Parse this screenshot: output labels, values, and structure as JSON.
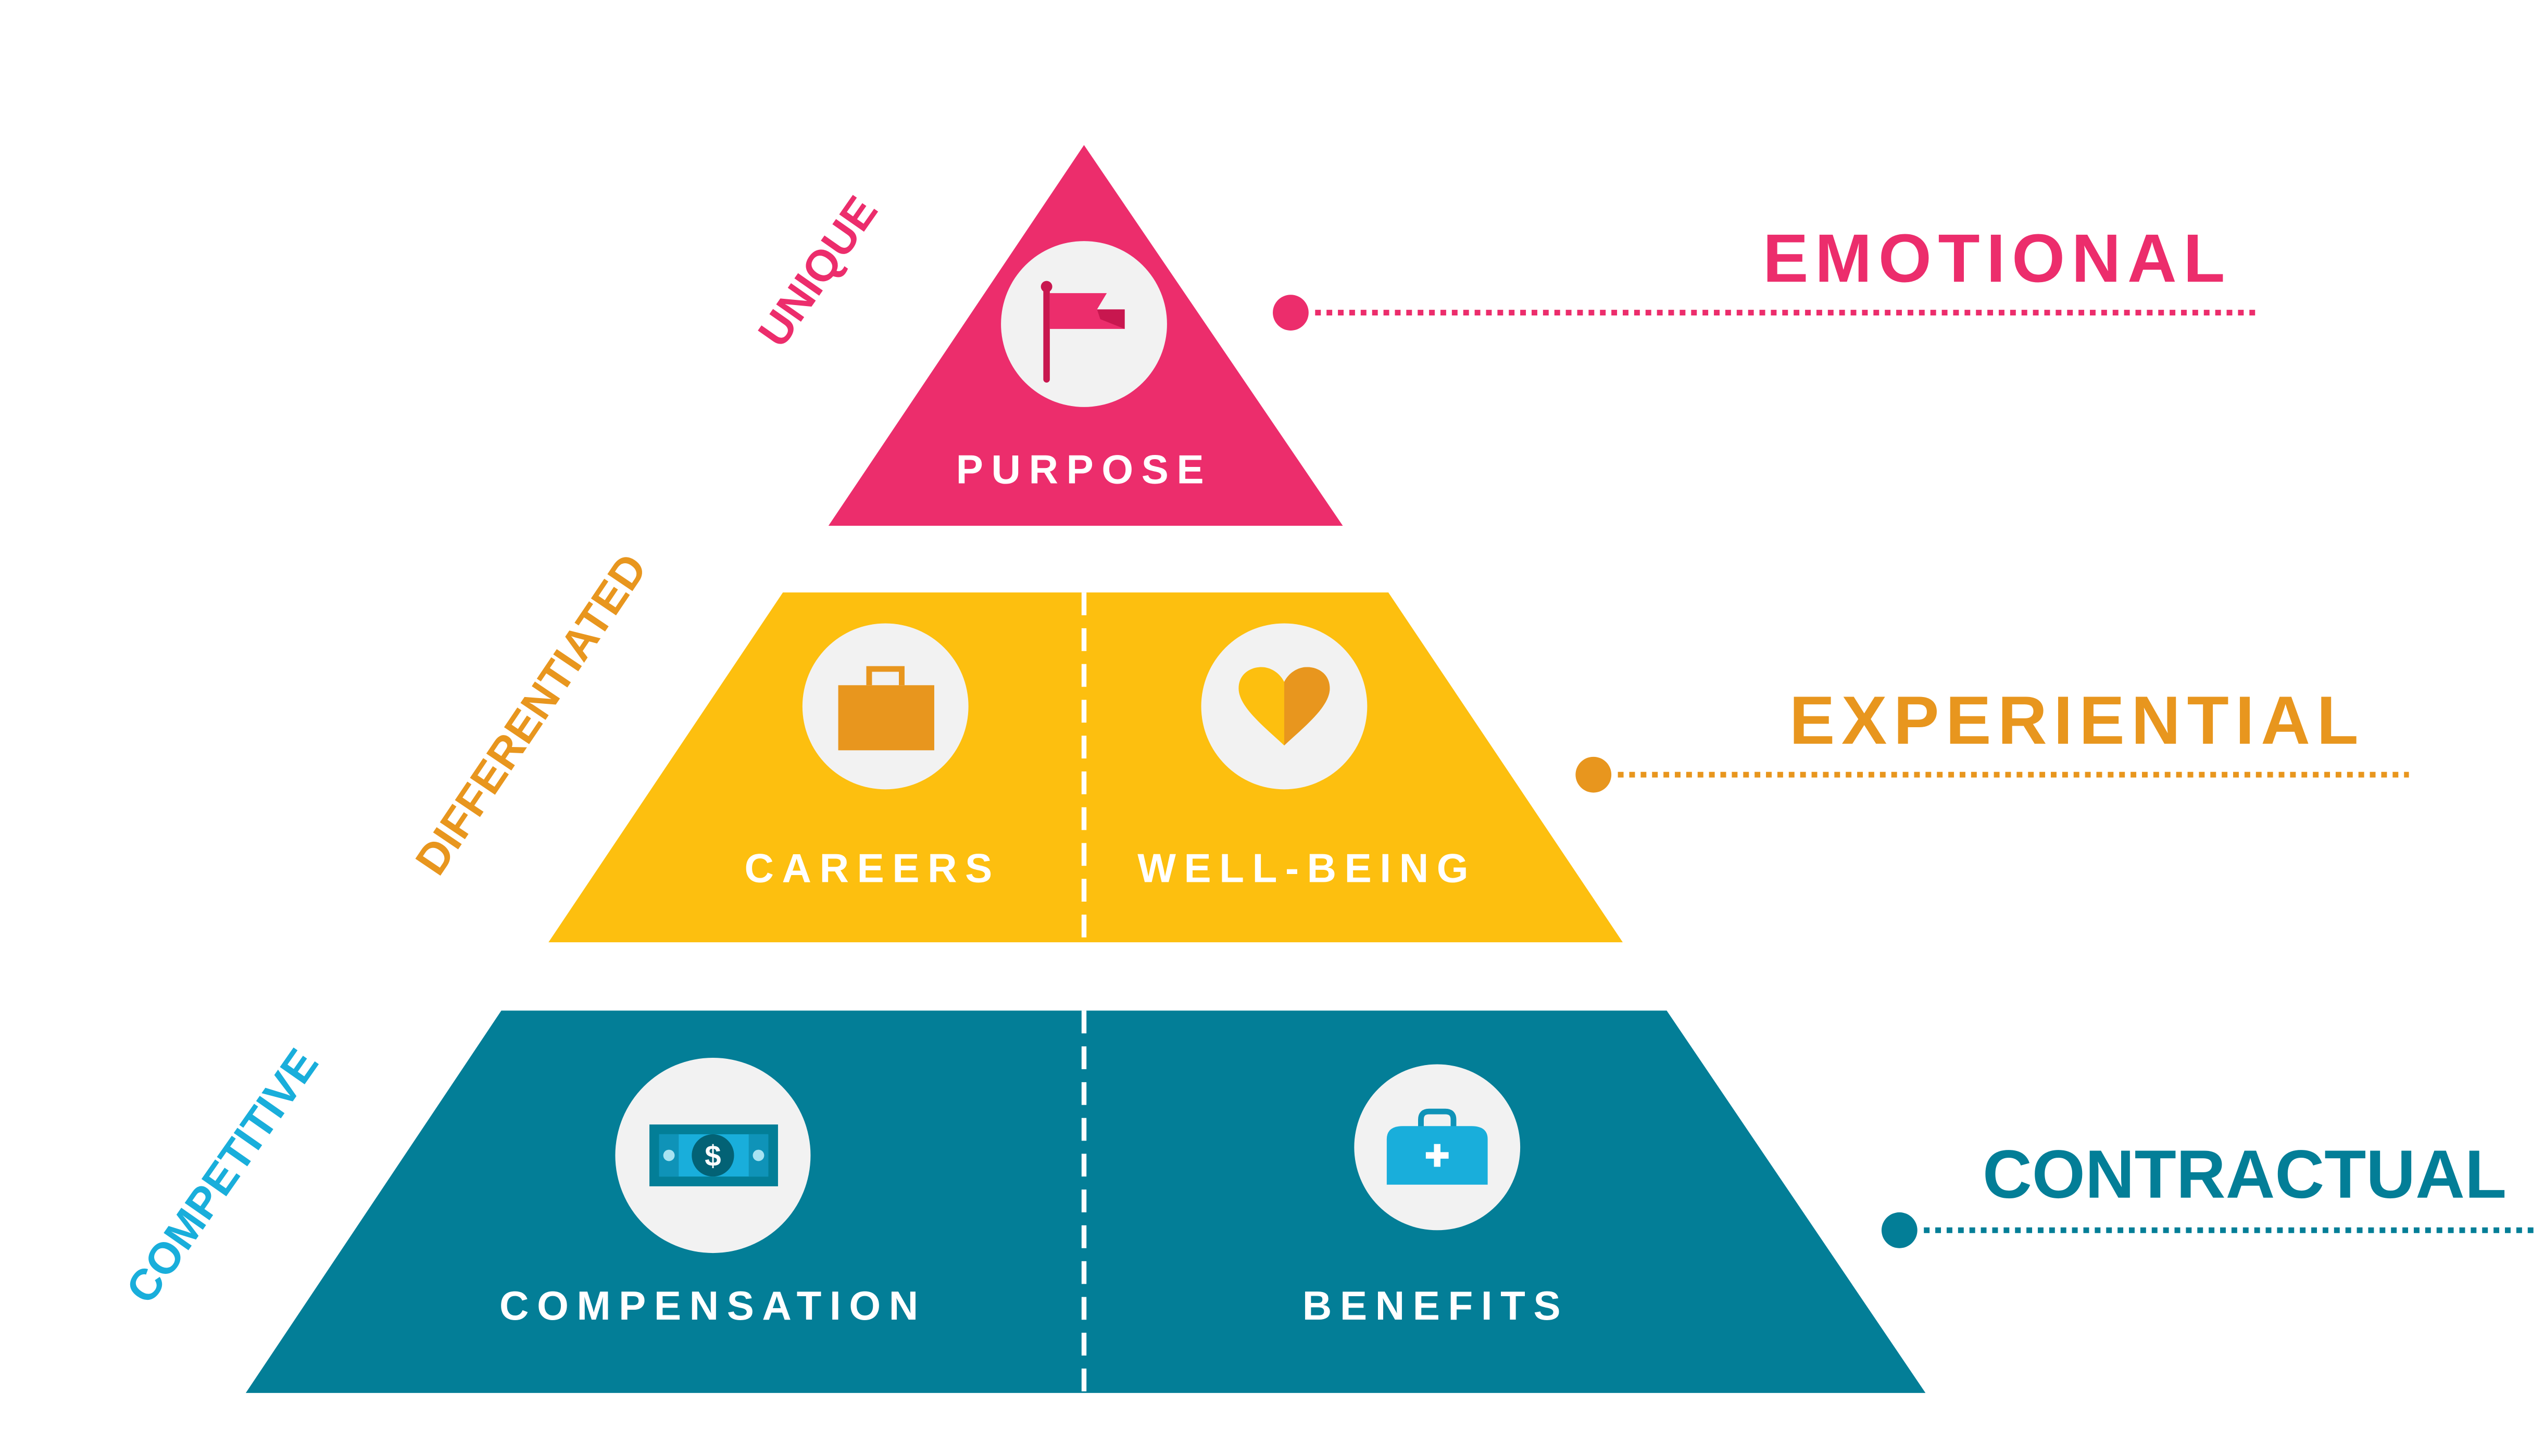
{
  "colors": {
    "pink": "#EC2D6C",
    "orange": "#E8961E",
    "yellow": "#FDBF0F",
    "teal": "#037E97",
    "cyan": "#19AEDB",
    "icon_bg": "#F2F2F2",
    "white": "#FFFFFF"
  },
  "side_labels": {
    "unique": "UNIQUE",
    "differentiated": "DIFFERENTIATED",
    "competitive": "COMPETITIVE"
  },
  "tiers": {
    "top": {
      "segments": [
        {
          "label": "PURPOSE",
          "icon": "flag-icon"
        }
      ],
      "category": "EMOTIONAL"
    },
    "middle": {
      "segments": [
        {
          "label": "CAREERS",
          "icon": "briefcase-icon"
        },
        {
          "label": "WELL-BEING",
          "icon": "heart-icon"
        }
      ],
      "category": "EXPERIENTIAL"
    },
    "bottom": {
      "segments": [
        {
          "label": "COMPENSATION",
          "icon": "money-icon"
        },
        {
          "label": "BENEFITS",
          "icon": "medical-bag-icon"
        }
      ],
      "category": "CONTRACTUAL"
    }
  }
}
